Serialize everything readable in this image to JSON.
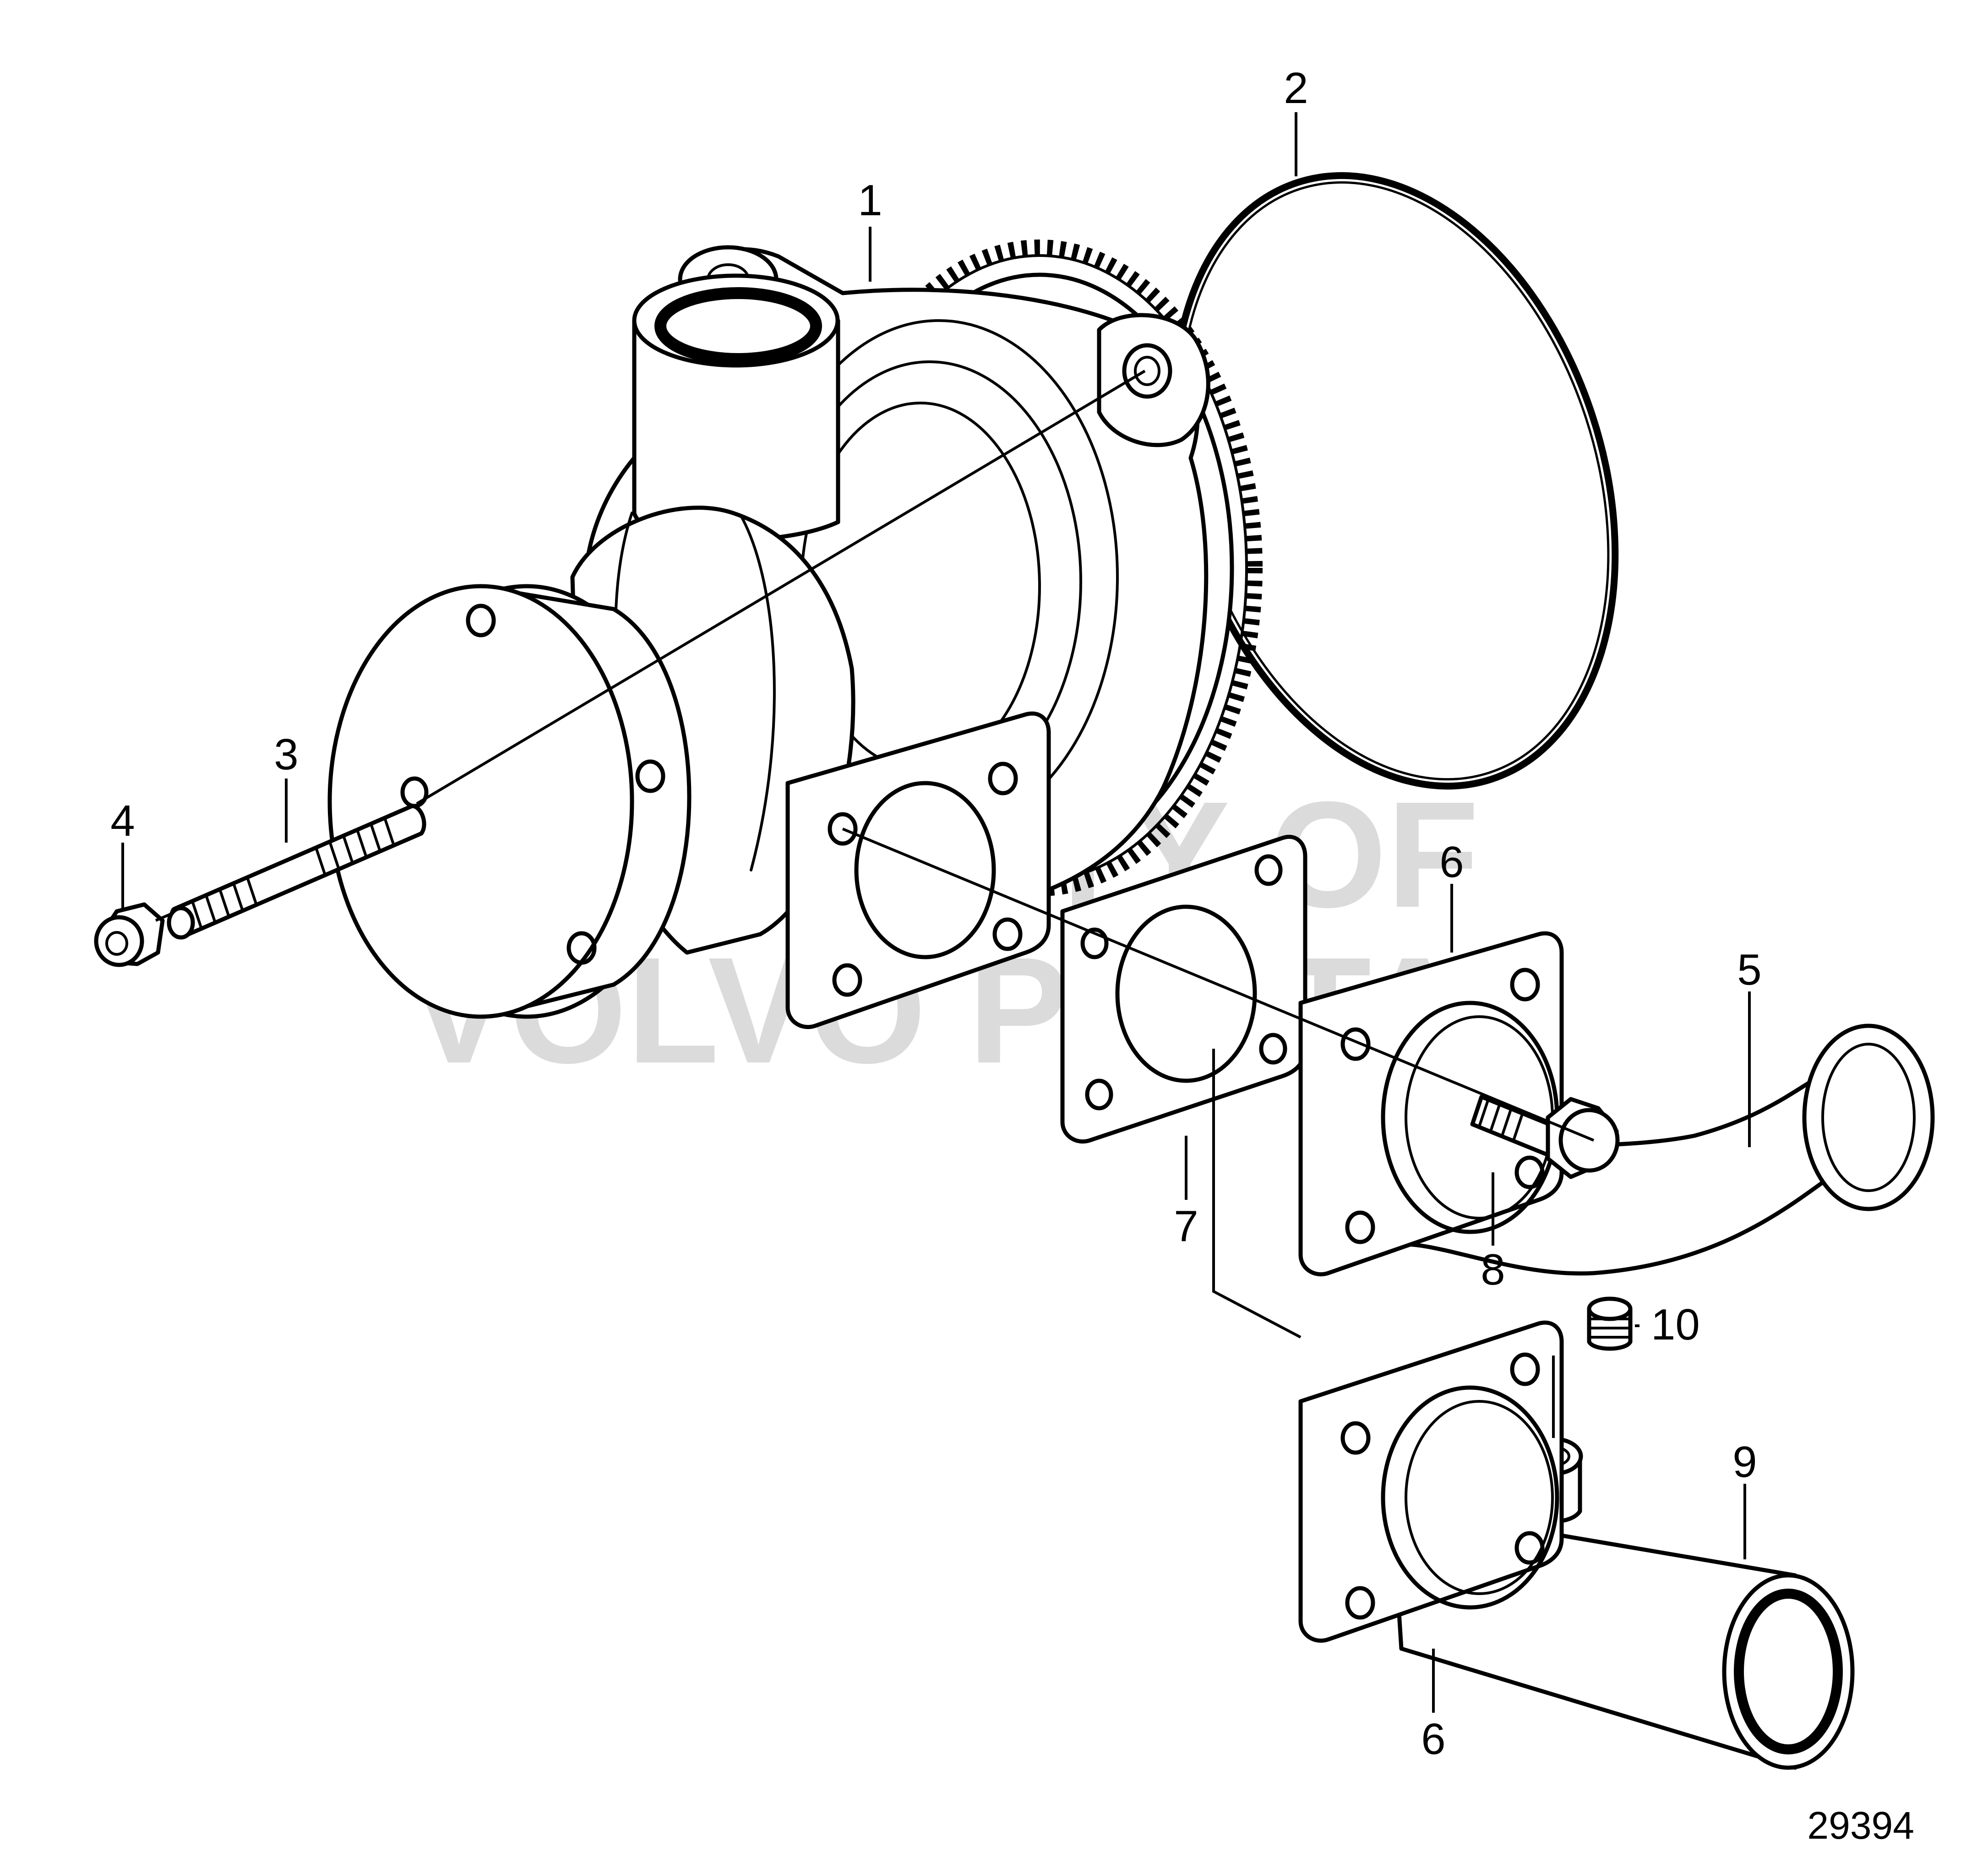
{
  "drawing_number": "29394",
  "watermark": {
    "line1": "PROPERTY OF",
    "line2": "VOLVO PENTA"
  },
  "callouts": [
    "1",
    "2",
    "3",
    "4",
    "5",
    "6",
    "7",
    "8",
    "9",
    "10",
    "6"
  ]
}
